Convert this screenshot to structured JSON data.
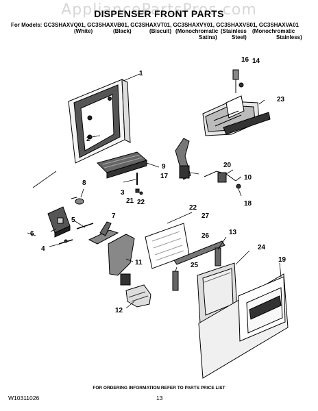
{
  "watermark": "AppliancePartsPros.com",
  "title": "DISPENSER FRONT PARTS",
  "models_line": "For Models: GC3SHAXVQ01, GC3SHAXVB01, GC3SHAXVT01, GC3SHAXVY01, GC3SHAXVS01, GC3SHAXVA01",
  "variants": {
    "white": "(White)",
    "black": "(Black)",
    "biscuit": "(Biscuit)",
    "monochromatic": "(Monochromatic",
    "stainless": "(Stainless",
    "monochromatic_stainless": "(Monochromatic",
    "satina": "Satina)",
    "steel": "Steel)",
    "stainless_close": "Stainless)"
  },
  "callouts": {
    "c1": "1",
    "c16": "16",
    "c14": "14",
    "c2": "2",
    "c23": "23",
    "c9": "9",
    "c20": "20",
    "c17": "17",
    "c10": "10",
    "c8": "8",
    "c3": "3",
    "c21": "21",
    "c22a": "22",
    "c18": "18",
    "c22b": "22",
    "c7": "7",
    "c27": "27",
    "c5": "5",
    "c6": "6",
    "c13": "13",
    "c26": "26",
    "c4": "4",
    "c24": "24",
    "c11": "11",
    "c25": "25",
    "c19": "19",
    "c12": "12"
  },
  "footer_note": "FOR ORDERING INFORMATION REFER TO PARTS PRICE LIST",
  "doc_id": "W10311026",
  "page_number": "13"
}
